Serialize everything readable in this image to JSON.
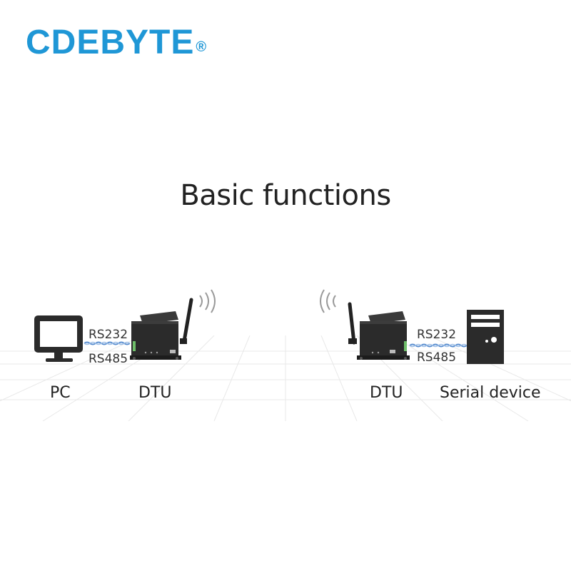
{
  "brand": {
    "name": "CDEBYTE",
    "registered_mark": "®",
    "color": "#1f97d6"
  },
  "heading": "Basic functions",
  "left_group": {
    "pc_label": "PC",
    "dtu_label": "DTU",
    "port_top": "RS232",
    "port_bottom": "RS485",
    "signal_icon": "radio-waves-right-icon"
  },
  "right_group": {
    "dtu_label": "DTU",
    "device_label": "Serial device",
    "port_top": "RS232",
    "port_bottom": "RS485",
    "signal_icon": "radio-waves-left-icon"
  },
  "colors": {
    "device_body": "#2b2b2b",
    "device_face": "#1e1e1e",
    "cable": "#5b8fd0",
    "grid": "#e6e6e6",
    "text": "#222222"
  }
}
